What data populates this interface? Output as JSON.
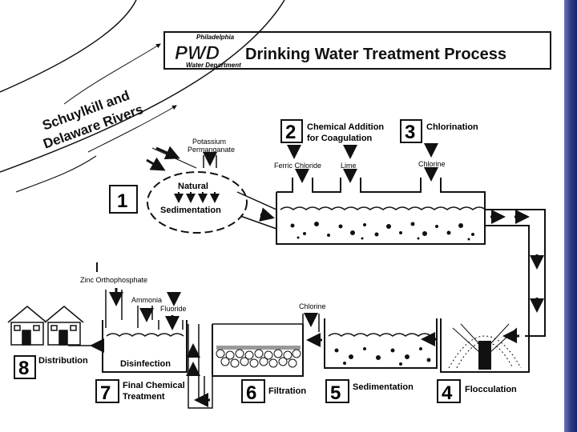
{
  "title": "Drinking Water Treatment Process",
  "logo": {
    "top_text": "Philadelphia",
    "mark": "PWD",
    "bottom_text": "Water Department"
  },
  "rivers": [
    "Schuylkill and",
    "Delaware Rivers"
  ],
  "steps": [
    {
      "num": "1",
      "label": "Natural",
      "label2": "Sedimentation"
    },
    {
      "num": "2",
      "label": "Chemical Addition",
      "label2": "for Coagulation"
    },
    {
      "num": "3",
      "label": "Chlorination"
    },
    {
      "num": "4",
      "label": "Flocculation"
    },
    {
      "num": "5",
      "label": "Sedimentation"
    },
    {
      "num": "6",
      "label": "Filtration"
    },
    {
      "num": "7",
      "label": "Final Chemical",
      "label2": "Treatment"
    },
    {
      "num": "8",
      "label": "Distribution"
    }
  ],
  "chemicals": {
    "potassium": [
      "Potassium",
      "Permanganate"
    ],
    "ferric": "Ferric Chloride",
    "lime": "Lime",
    "chlorine_top": "Chlorine",
    "chlorine_mid": "Chlorine",
    "zinc": "Zinc Orthophosphate",
    "ammonia": "Ammonia",
    "fluoride": "Fluoride"
  },
  "disinfection": "Disinfection",
  "colors": {
    "ink": "#111111",
    "bar": "#2f3c86"
  }
}
